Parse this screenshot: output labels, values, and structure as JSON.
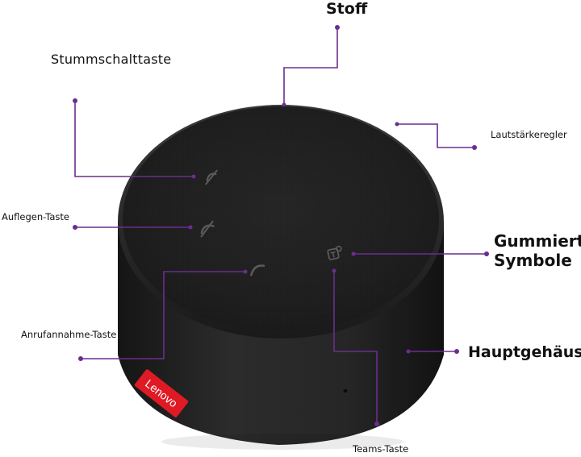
{
  "colors": {
    "callout_line": "#6b2d8f",
    "brand_tag": "#e01a24",
    "device_top": "#1c1c1c",
    "device_body": "#2a2a2a",
    "background": "#ffffff"
  },
  "brand_tag_text": "Lenovo",
  "labels": {
    "stoff": "Stoff",
    "stummschalttaste": "Stummschalttaste",
    "lautstaerkeregler": "Lautstärkeregler",
    "auflegen_taste": "Auflegen-Taste",
    "gummierte_symbole_line1": "Gummierte",
    "gummierte_symbole_line2": "Symbole",
    "anrufannahme_taste": "Anrufannahme-Taste",
    "hauptgehaeuse": "Hauptgehäuse",
    "teams_taste": "Teams-Taste"
  },
  "icons": {
    "mute": "mute-icon",
    "hangup": "hangup-icon",
    "answer": "answer-call-icon",
    "teams": "teams-icon"
  }
}
